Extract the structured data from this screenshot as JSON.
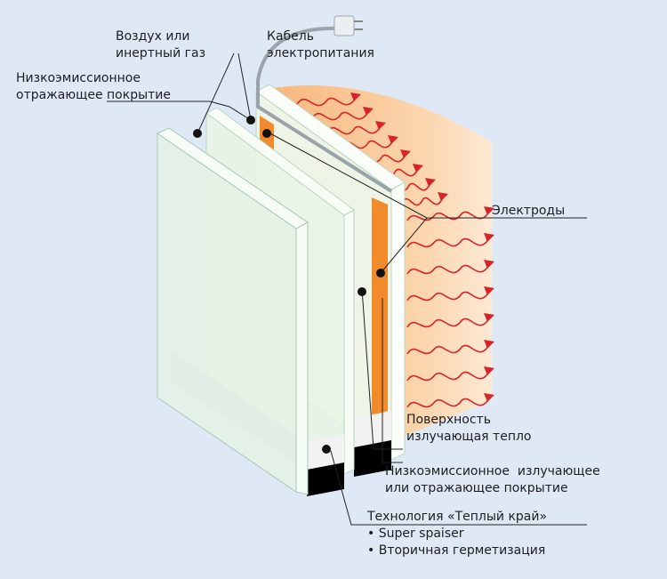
{
  "labels": {
    "gas": [
      "Воздух или",
      "инертный газ"
    ],
    "cable": [
      "Кабель",
      "электропитания"
    ],
    "lowe_top": [
      "Низкоэмиссионное",
      "отражающее покрытие"
    ],
    "electrodes": "Электроды",
    "surface": [
      "Поверхность",
      "излучающая тепло"
    ],
    "lowe_bottom": [
      "Низкоэмиссионное  излучающее",
      "или отражающее покрытие"
    ],
    "warm_edge": [
      "Технология «Теплый край»",
      "• Super spaiser",
      "• Вторичная герметизация"
    ]
  },
  "colors": {
    "background": "#dfe9f6",
    "heat": "#f9c48f",
    "electrode": "#f08a2a",
    "glass": "#e4f3e6",
    "arrow": "#d8232a"
  }
}
